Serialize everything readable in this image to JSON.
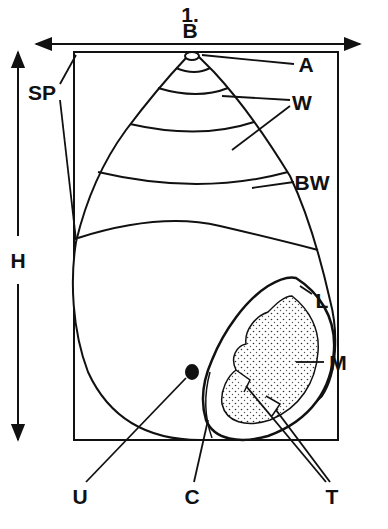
{
  "diagram": {
    "labels": [
      "1.",
      "B",
      "A",
      "SP",
      "W",
      "H",
      "BW",
      "L",
      "M",
      "U",
      "C",
      "T"
    ]
  }
}
